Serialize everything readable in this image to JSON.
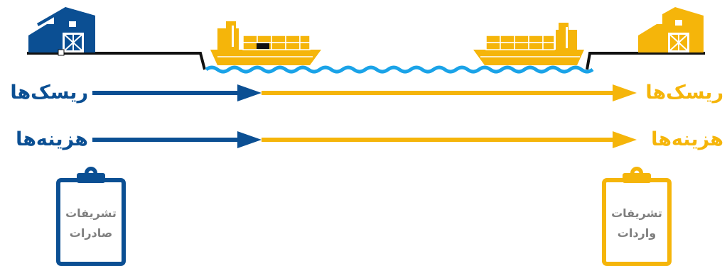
{
  "colors": {
    "export_blue": "#0b4f93",
    "import_yellow": "#f5b50a",
    "water": "#1aa3e8",
    "ground": "#111111",
    "clip_text": "#7f7f7f"
  },
  "icons": {
    "left_warehouse": "warehouse-icon",
    "right_warehouse": "warehouse-icon",
    "left_ship": "cargo-ship-icon",
    "right_ship": "cargo-ship-icon",
    "left_clipboard": "clipboard-icon",
    "right_clipboard": "clipboard-icon"
  },
  "labels": {
    "left_risks": "ریسک‌ها",
    "left_costs": "هزینه‌ها",
    "right_risks": "ریسک‌ها",
    "right_costs": "هزینه‌ها"
  },
  "clipboards": {
    "export": {
      "line1": "تشریفات",
      "line2": "صادرات"
    },
    "import": {
      "line1": "تشریفات",
      "line2": "واردات"
    }
  }
}
